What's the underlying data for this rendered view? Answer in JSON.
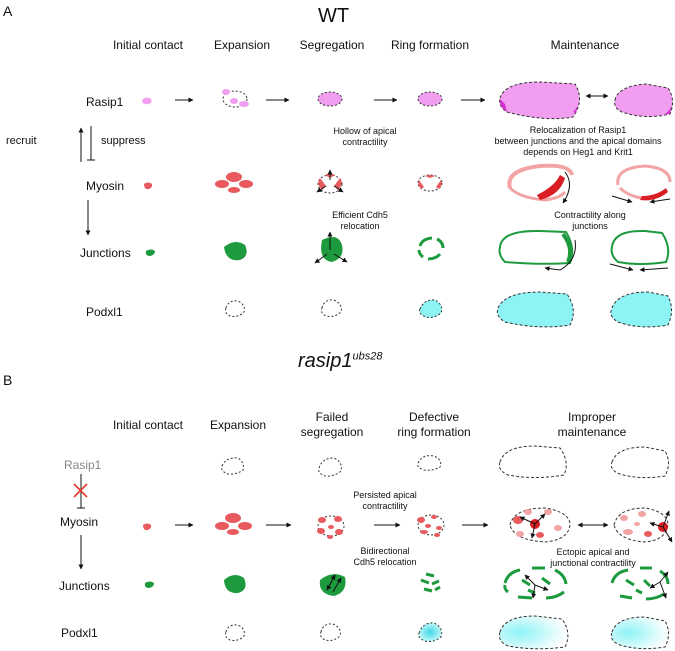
{
  "wt": {
    "panel_label": "A",
    "title": "WT",
    "columns": [
      "Initial contact",
      "Expansion",
      "Segregation",
      "Ring formation",
      "Maintenance"
    ],
    "rows": [
      "Rasip1",
      "Myosin",
      "Junctions",
      "Podxl1"
    ],
    "recruit": "recruit",
    "suppress": "suppress",
    "notes": {
      "hollow": [
        "Hollow of apical",
        "contractility"
      ],
      "reloc": [
        "Relocalization of Rasip1",
        "between junctions and the apical domains",
        "depends on Heg1 and Krit1"
      ],
      "cdh5": [
        "Efficient Cdh5",
        "relocation"
      ],
      "contract": [
        "Contractility along",
        "junctions"
      ]
    }
  },
  "mut": {
    "panel_label": "B",
    "title_main": "rasip1",
    "title_sup": "ubs28",
    "columns": [
      [
        "Initial contact"
      ],
      [
        "Expansion"
      ],
      [
        "Failed",
        "segregation"
      ],
      [
        "Defective",
        "ring formation"
      ],
      [
        "Improper",
        "maintenance"
      ]
    ],
    "rows": [
      "Rasip1",
      "Myosin",
      "Junctions",
      "Podxl1"
    ],
    "notes": {
      "persisted": [
        "Persisted apical",
        "contractility"
      ],
      "bidir": [
        "Bidirectional",
        "Cdh5 relocation"
      ],
      "ectopic": [
        "Ectopic apical and",
        "junctional contractility"
      ]
    }
  },
  "colors": {
    "rasip1": "#f29ef0",
    "rasip1_dark": "#d42fd0",
    "myosin": "#e85a5e",
    "myosin_light": "#f2a3a3",
    "myosin_dark": "#d91e23",
    "junctions": "#1d9a3d",
    "podxl1": "#8ef3f5",
    "inhibition_x": "#e23a2a"
  }
}
